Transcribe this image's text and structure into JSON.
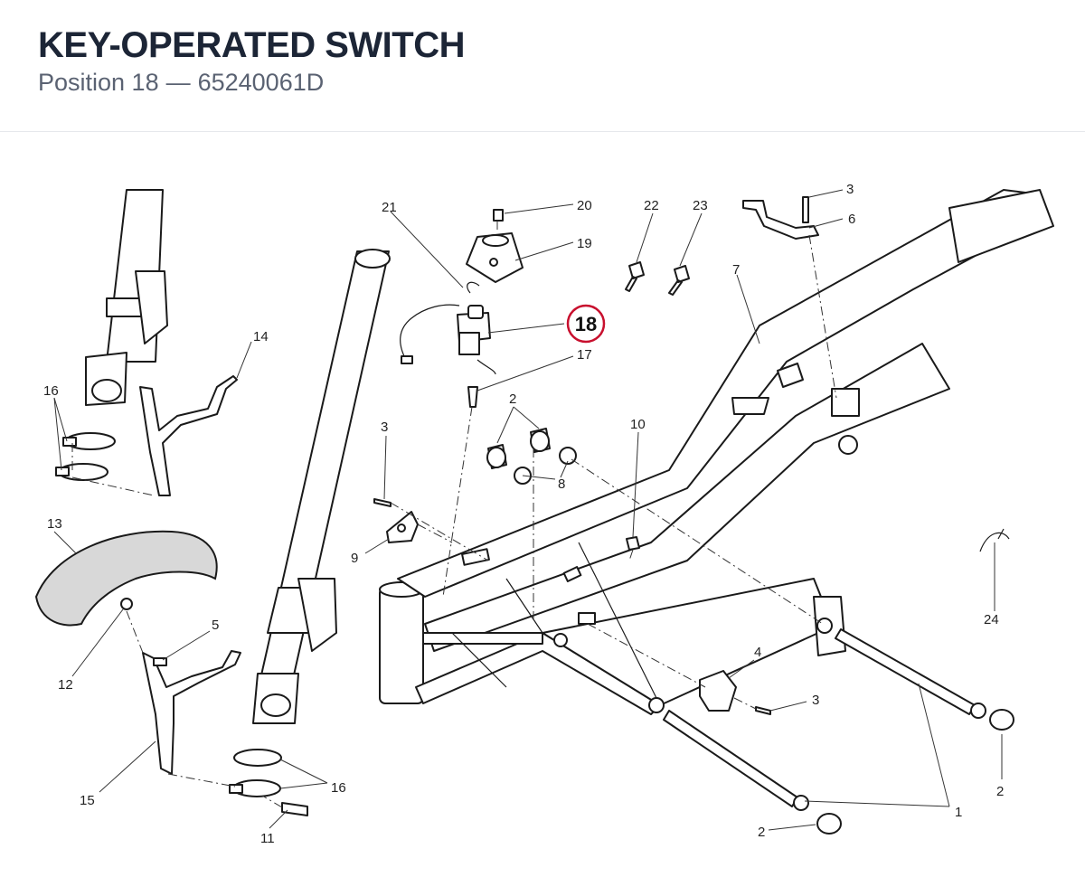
{
  "header": {
    "title": "KEY-OPERATED SWITCH",
    "position_label": "Position 18",
    "separator": "—",
    "part_number": "65240061D"
  },
  "diagram": {
    "highlight_color": "#c8102e",
    "callouts": {
      "c1": "1",
      "c2a": "2",
      "c2b": "2",
      "c2c": "2",
      "c3a": "3",
      "c3b": "3",
      "c3c": "3",
      "c4": "4",
      "c5": "5",
      "c6": "6",
      "c7": "7",
      "c8": "8",
      "c9": "9",
      "c10": "10",
      "c11": "11",
      "c12": "12",
      "c13": "13",
      "c14": "14",
      "c15": "15",
      "c16a": "16",
      "c16b": "16",
      "c17": "17",
      "c18": "18",
      "c19": "19",
      "c20": "20",
      "c21": "21",
      "c22": "22",
      "c23": "23",
      "c24": "24"
    }
  }
}
